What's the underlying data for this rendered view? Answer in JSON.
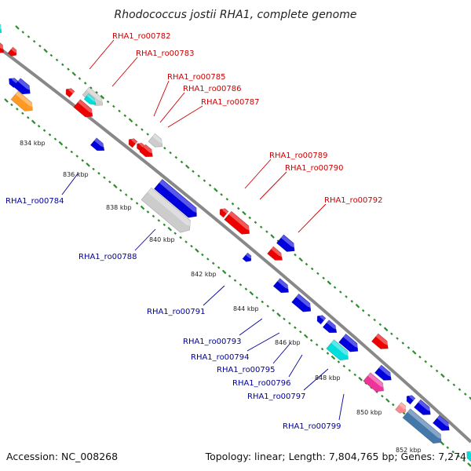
{
  "title": "Rhodococcus jostii RHA1, complete genome",
  "accession": "Accession: NC_008268",
  "topology": "Topology: linear; Length: 7,804,765 bp; Genes: 7,274",
  "colors": {
    "backbone": "#888888",
    "tick": "#2e8b2e",
    "upper_label": "#cc0000",
    "lower_label": "#000099",
    "red": "#ee0000",
    "blue": "#0000dd",
    "cyan": "#00dddd",
    "gray": "#cccccc",
    "orange": "#ff9922",
    "magenta": "#ee3399",
    "pink": "#ff8888",
    "steel": "#4477aa"
  },
  "kbp_labels": [
    "834 kbp",
    "836 kbp",
    "838 kbp",
    "840 kbp",
    "842 kbp",
    "844 kbp",
    "846 kbp",
    "848 kbp",
    "850 kbp",
    "852 kbp"
  ],
  "upper_labels": [
    "RHA1_ro00782",
    "RHA1_ro00783",
    "RHA1_ro00785",
    "RHA1_ro00786",
    "RHA1_ro00787",
    "RHA1_ro00789",
    "RHA1_ro00790",
    "RHA1_ro00792"
  ],
  "lower_labels": [
    "RHA1_ro00784",
    "RHA1_ro00788",
    "RHA1_ro00791",
    "RHA1_ro00793",
    "RHA1_ro00794",
    "RHA1_ro00795",
    "RHA1_ro00796",
    "RHA1_ro00797",
    "RHA1_ro00799"
  ]
}
